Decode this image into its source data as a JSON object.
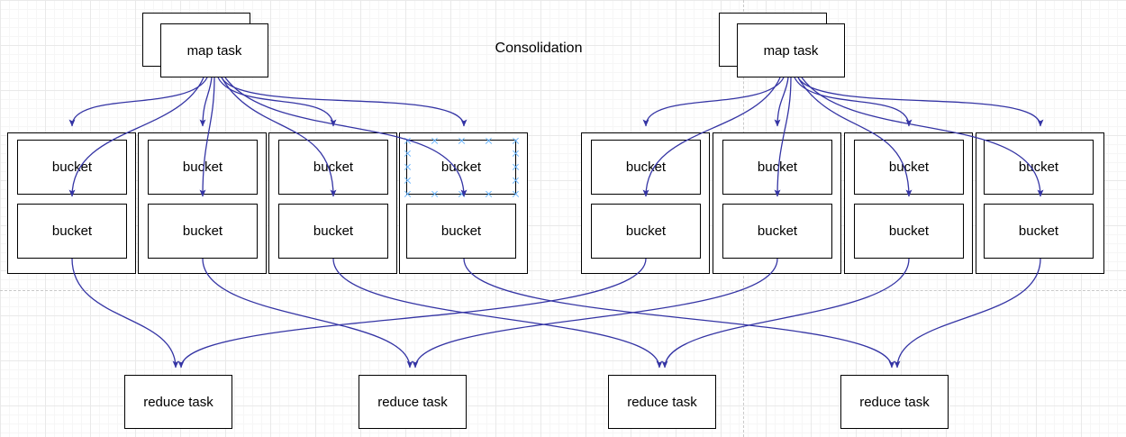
{
  "title": "Consolidation",
  "colors": {
    "arrow": "#3434a4",
    "box_border": "#000000",
    "box_fill": "#ffffff",
    "selection": "#66b3ff",
    "grid_minor": "#f6f6f6",
    "grid_major": "#e9e9e9",
    "page_guide": "#c9c9c9"
  },
  "map_tasks": [
    {
      "label": "map task"
    },
    {
      "label": "map task"
    }
  ],
  "groups": [
    {
      "cells": [
        {
          "top": "bucket",
          "bottom": "bucket"
        },
        {
          "top": "bucket",
          "bottom": "bucket"
        },
        {
          "top": "bucket",
          "bottom": "bucket"
        },
        {
          "top": "bucket",
          "bottom": "bucket",
          "top_selected": true
        }
      ]
    },
    {
      "cells": [
        {
          "top": "bucket",
          "bottom": "bucket"
        },
        {
          "top": "bucket",
          "bottom": "bucket"
        },
        {
          "top": "bucket",
          "bottom": "bucket"
        },
        {
          "top": "bucket",
          "bottom": "bucket"
        }
      ]
    }
  ],
  "reduce_tasks": [
    {
      "label": "reduce task"
    },
    {
      "label": "reduce task"
    },
    {
      "label": "reduce task"
    },
    {
      "label": "reduce task"
    }
  ]
}
